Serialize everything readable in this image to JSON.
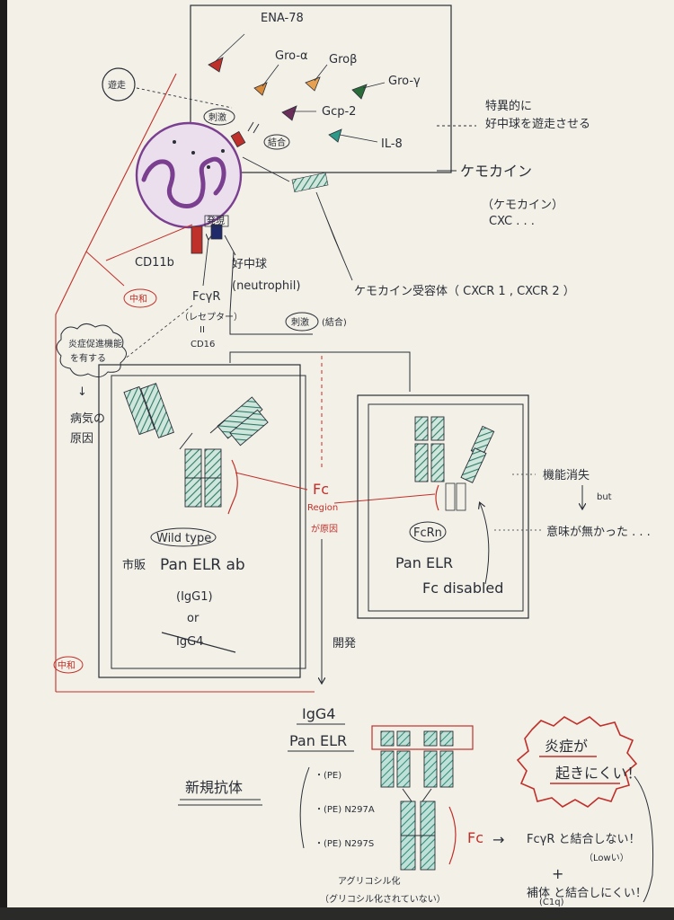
{
  "chemokines": {
    "ena78": "ENA-78",
    "gro_alpha": "Gro-α",
    "gro_beta": "Groβ",
    "gro_gamma": "Gro-γ",
    "gcp2": "Gcp-2",
    "il8": "IL-8"
  },
  "labels": {
    "migrate": "遊走",
    "stimulate": "刺激",
    "bind": "結合",
    "expression": "発現",
    "specific_line1": "特異的に",
    "specific_line2": "好中球を遊走させる",
    "chemokine": "ケモカイン",
    "chemokine_cxc": "（ケモカイン）",
    "chemokine_cxc2": "CXC  . . .",
    "cd11b": "CD11b",
    "neutrophil_jp": "好中球",
    "neutrophil_en": "(neutrophil)",
    "receptor": "ケモカイン受容体（ CXCR 1 , CXCR 2 ）",
    "neutralize": "中和",
    "neutralize2": "中和",
    "fcgr": "FcγR",
    "fcgr_sub": "（レセプター）",
    "fcgr_eq": "II",
    "cd16": "CD16",
    "inflam_line1": "炎症促進機能",
    "inflam_line2": "を有する",
    "arrow_down": "↓",
    "cause_line1": "病気の",
    "cause_line2": "原因",
    "stim_bind": "刺激",
    "bind_paren": "(結合)",
    "wild_type": "Wild type",
    "comp_prefix": "市販",
    "pan_elr_ab": "Pan ELR ab",
    "igg1": "(IgG1)",
    "or": "or",
    "igg4_struck": "IgG4",
    "fc_region_line1": "Fc",
    "fc_region_line2": "Region",
    "fc_cause": "が原因",
    "fcrn": "FcRn",
    "pan_elr": "Pan ELR",
    "fc_disabled": "Fc disabled",
    "activity_lost": "機能消失",
    "but": "but",
    "meaningless": "意味が無かった . . .",
    "develop": "開発",
    "igg4": "IgG4",
    "pan_elr2": "Pan ELR",
    "novel_ab": "新規抗体",
    "variant1": "・(PE)",
    "variant2": "・(PE) N297A",
    "variant3": "・(PE) N297S",
    "aglyco": "アグリコシル化",
    "aglyco_paren": "（グリコシル化されていない）",
    "fc_label": "Fc",
    "arrow_right": "→",
    "fcgr_nobind": "FcγR と結合しない！",
    "low": "（Lowい）",
    "plus": "+",
    "complement": "補体 と結合しにくい！",
    "c1q": "(C1q)",
    "inflam_wish_line1": "炎症が",
    "inflam_wish_line2": "起きにくい！"
  },
  "colors": {
    "paper": "#f3f0e8",
    "ink": "#2a2e36",
    "red": "#c0302a",
    "purple": "#7a3f8f",
    "green": "#3b8a74",
    "green_fill": "#6fb6a0",
    "teal": "#2b9a88"
  }
}
